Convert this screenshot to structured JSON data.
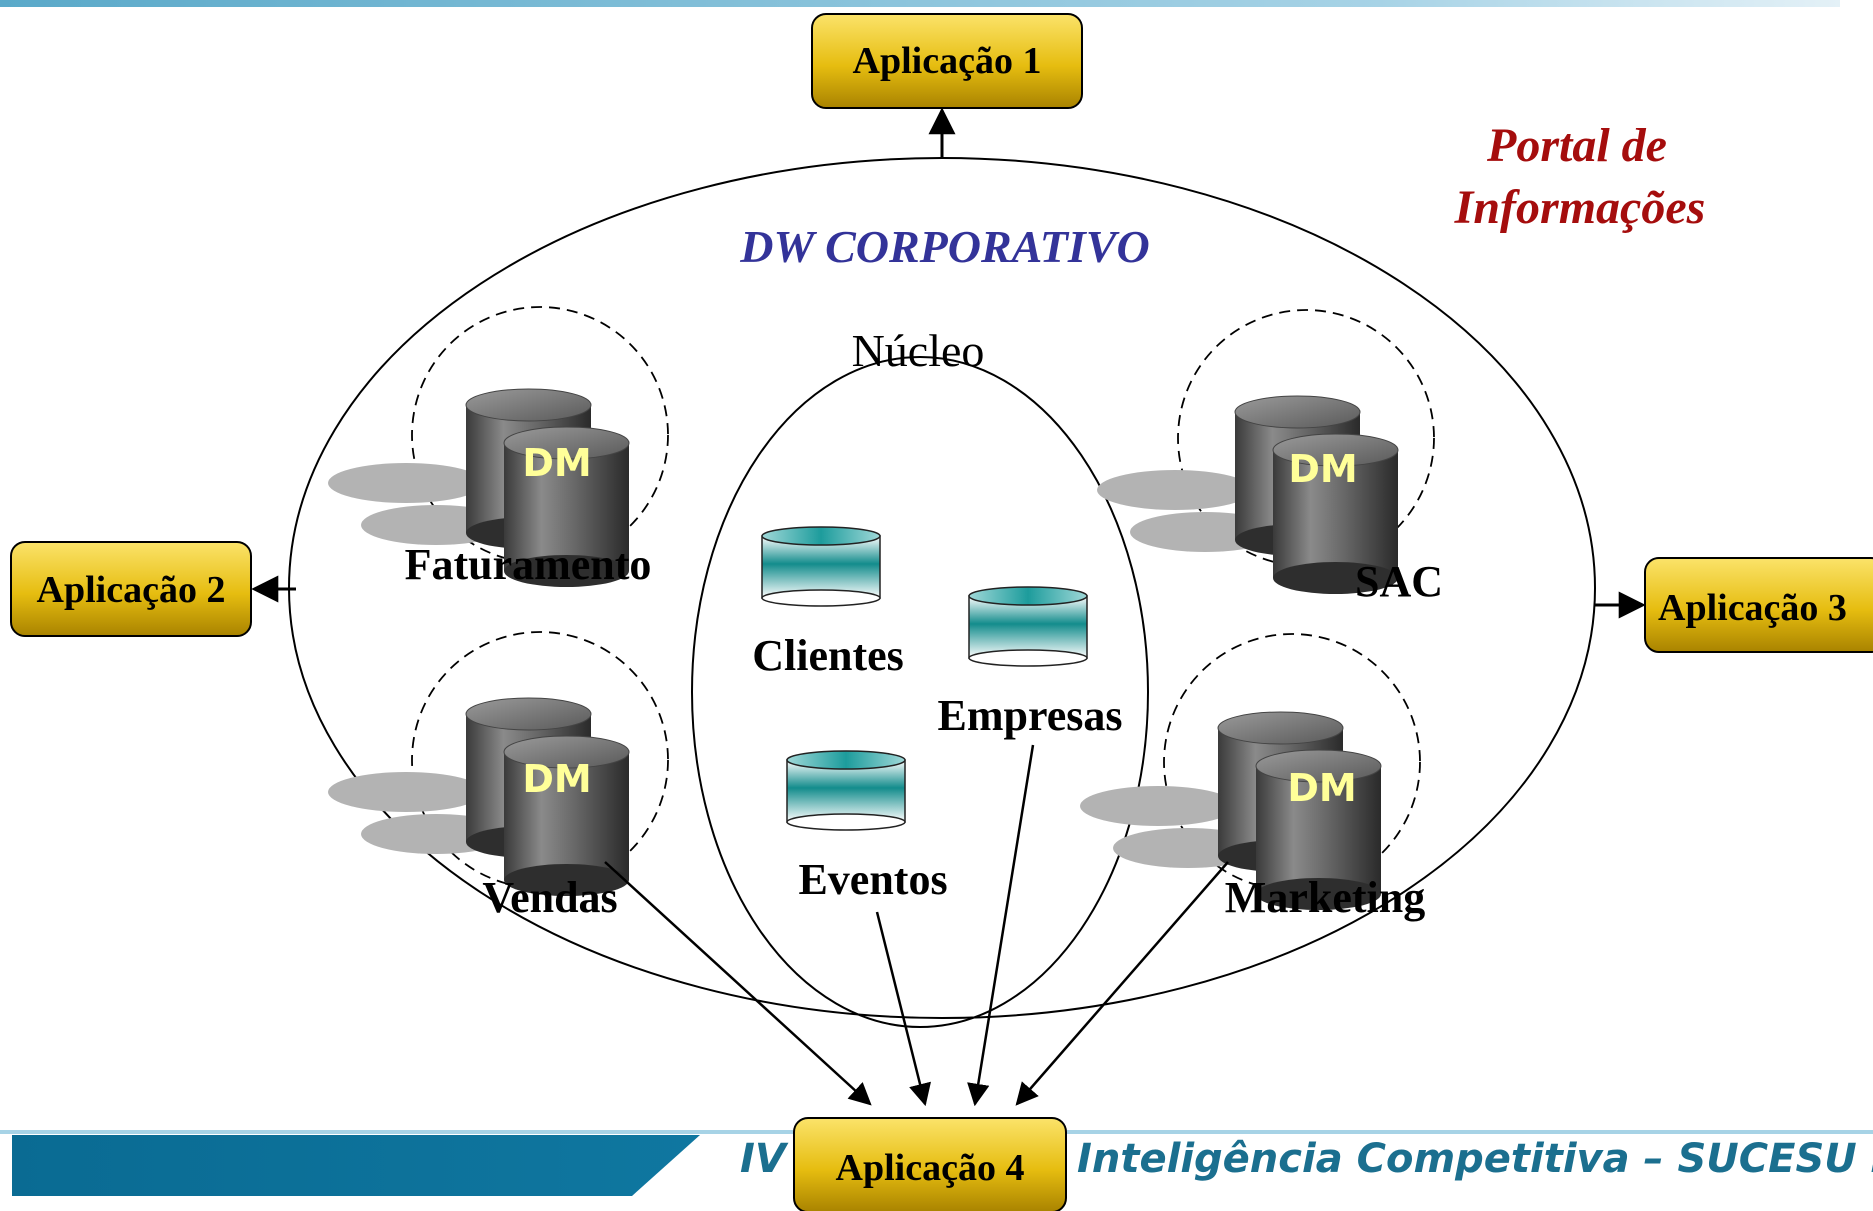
{
  "diagram": {
    "portal_title_line1": "Portal de",
    "portal_title_line2": "Informações",
    "dw_title": "DW CORPORATIVO",
    "core_title": "Núcleo",
    "applications": {
      "app1": "Aplicação 1",
      "app2": "Aplicação 2",
      "app3": "Aplicação 3",
      "app4": "Aplicação 4"
    },
    "data_marts": {
      "faturamento": "Faturamento",
      "vendas": "Vendas",
      "sac": "SAC",
      "marketing": "Marketing",
      "badge": "DM"
    },
    "core_tables": {
      "clientes": "Clientes",
      "empresas": "Empresas",
      "eventos": "Eventos"
    }
  },
  "footer": {
    "left_text": "IV",
    "right_text": "Inteligência  Competitiva – SUCESU RJ"
  },
  "colors": {
    "app_box_top": "#f6d33a",
    "app_box_bottom": "#b89000",
    "dw_title": "#333399",
    "portal_title": "#a50d0d",
    "core_table_teal": "#138c8c",
    "dm_badge_text": "#ffff99",
    "footer_bar": "#0c6e96",
    "footer_text": "#1b6f8f"
  }
}
